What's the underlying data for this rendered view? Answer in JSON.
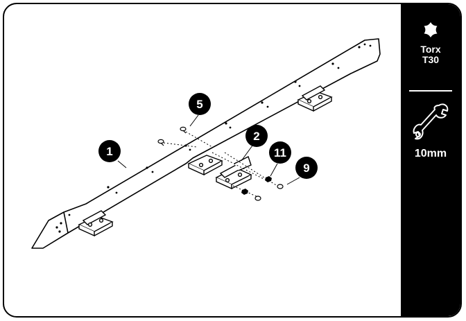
{
  "callouts": [
    {
      "id": "1",
      "label": "1"
    },
    {
      "id": "5",
      "label": "5"
    },
    {
      "id": "2",
      "label": "2"
    },
    {
      "id": "11",
      "label": "11"
    },
    {
      "id": "9",
      "label": "9"
    }
  ],
  "sidebar": {
    "torx": {
      "icon": "torx-star-icon",
      "line1": "Torx",
      "line2": "T30"
    },
    "wrench": {
      "icon": "wrench-icon",
      "label": "10mm"
    }
  },
  "colors": {
    "ink": "#000000",
    "paper": "#ffffff"
  }
}
